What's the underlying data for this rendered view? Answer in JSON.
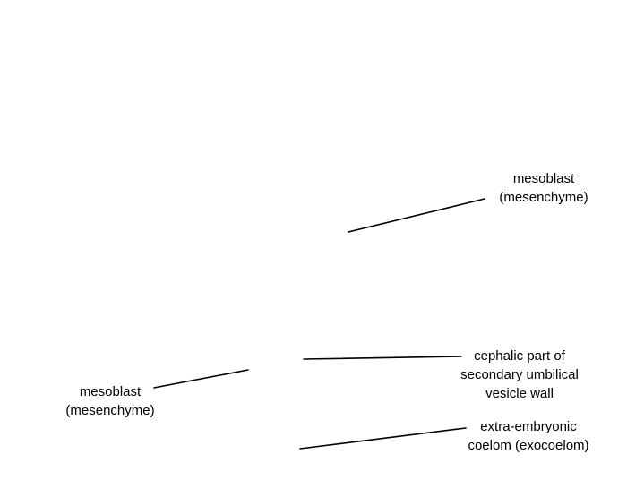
{
  "labels": [
    {
      "id": "mesoblast-upper-right",
      "lines": [
        "mesoblast",
        "(mesenchyme)"
      ]
    },
    {
      "id": "cephalic-part",
      "lines": [
        "cephalic part of",
        "secondary umbilical",
        "vesicle wall"
      ]
    },
    {
      "id": "mesoblast-lower-left",
      "lines": [
        "mesoblast",
        "(mesenchyme)"
      ]
    },
    {
      "id": "extra-embryonic-coelom",
      "lines": [
        "extra-embryonic",
        "coelom (exocoelom)"
      ]
    }
  ],
  "colors": {
    "background": "#ffffff",
    "line": "#000000",
    "text": "#000000"
  }
}
